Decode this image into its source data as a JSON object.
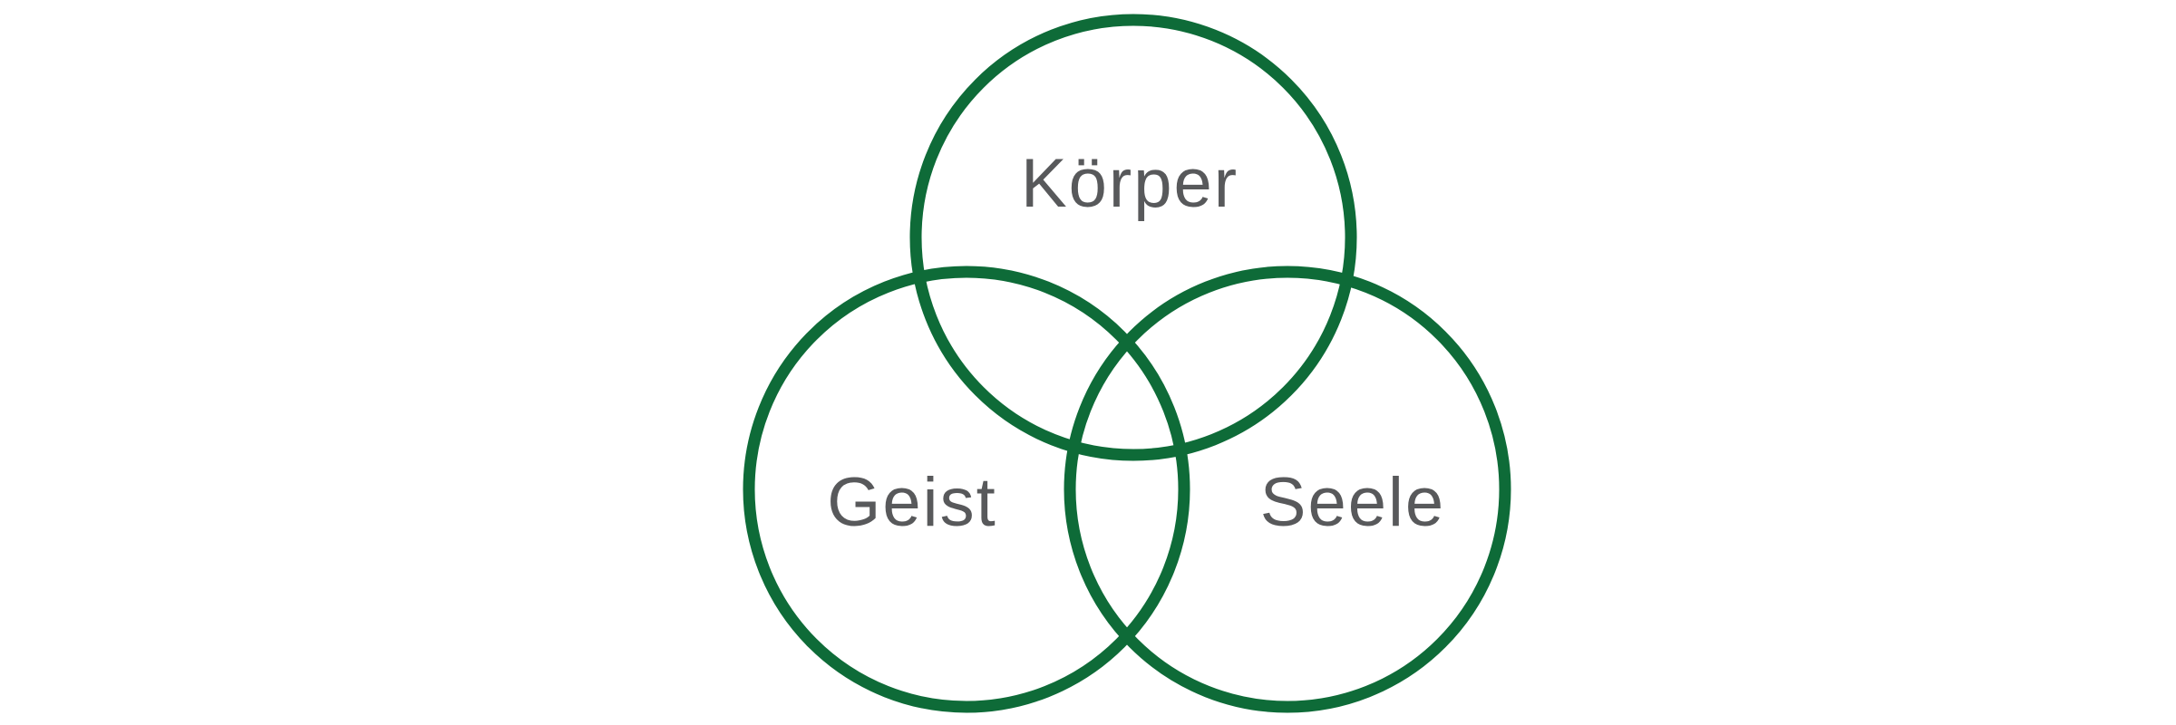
{
  "diagram": {
    "type": "venn",
    "sets": [
      {
        "label": "Körper",
        "position": "top"
      },
      {
        "label": "Geist",
        "position": "bottom-left"
      },
      {
        "label": "Seele",
        "position": "bottom-right"
      }
    ]
  },
  "colors": {
    "circle_stroke": "#0E6B38",
    "label_text": "#58595B",
    "background": "#FFFFFF"
  }
}
